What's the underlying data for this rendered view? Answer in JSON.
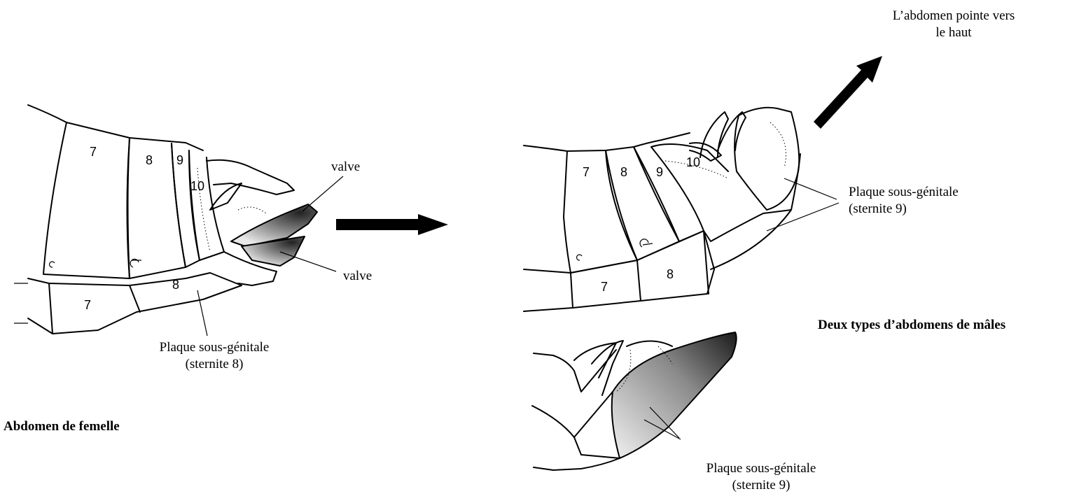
{
  "female": {
    "caption": "Abdomen de femelle",
    "segments": {
      "tergite_7": "7",
      "tergite_8": "8",
      "tergite_9": "9",
      "tergite_10": "10",
      "sternite_7": "7",
      "sternite_8": "8"
    },
    "valve_upper": "valve",
    "valve_lower": "valve",
    "plate_line1": "Plaque sous-génitale",
    "plate_line2": "(sternite 8)"
  },
  "male_top": {
    "segments": {
      "tergite_7": "7",
      "tergite_8": "8",
      "tergite_9": "9",
      "tergite_10": "10",
      "sternite_7": "7",
      "sternite_8": "8"
    },
    "arrow_note_line1": "L’abdomen pointe vers",
    "arrow_note_line2": "le haut",
    "plate_line1": "Plaque sous-génitale",
    "plate_line2": "(sternite 9)"
  },
  "male_caption": "Deux types d’abdomens de mâles",
  "male_bottom": {
    "plate_line1": "Plaque sous-génitale",
    "plate_line2": "(sternite 9)"
  }
}
